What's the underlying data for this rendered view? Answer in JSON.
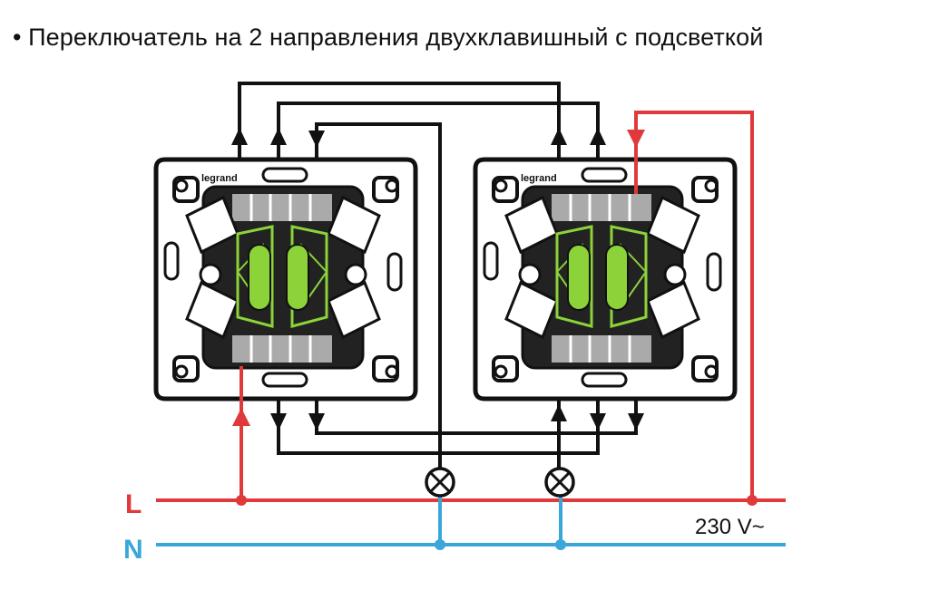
{
  "title": "• Переключатель на 2 направления двухклавишный с подсветкой",
  "switches": [
    {
      "brand": "legrand"
    },
    {
      "brand": "legrand"
    }
  ],
  "lines": {
    "live_label": "L",
    "neutral_label": "N",
    "voltage": "230 V~"
  },
  "colors": {
    "live": "#e0393b",
    "neutral": "#3aa6d9",
    "wire": "#111111",
    "backlight": "#8cd33a"
  },
  "icons": [
    "lamp-icon",
    "lamp-icon"
  ]
}
